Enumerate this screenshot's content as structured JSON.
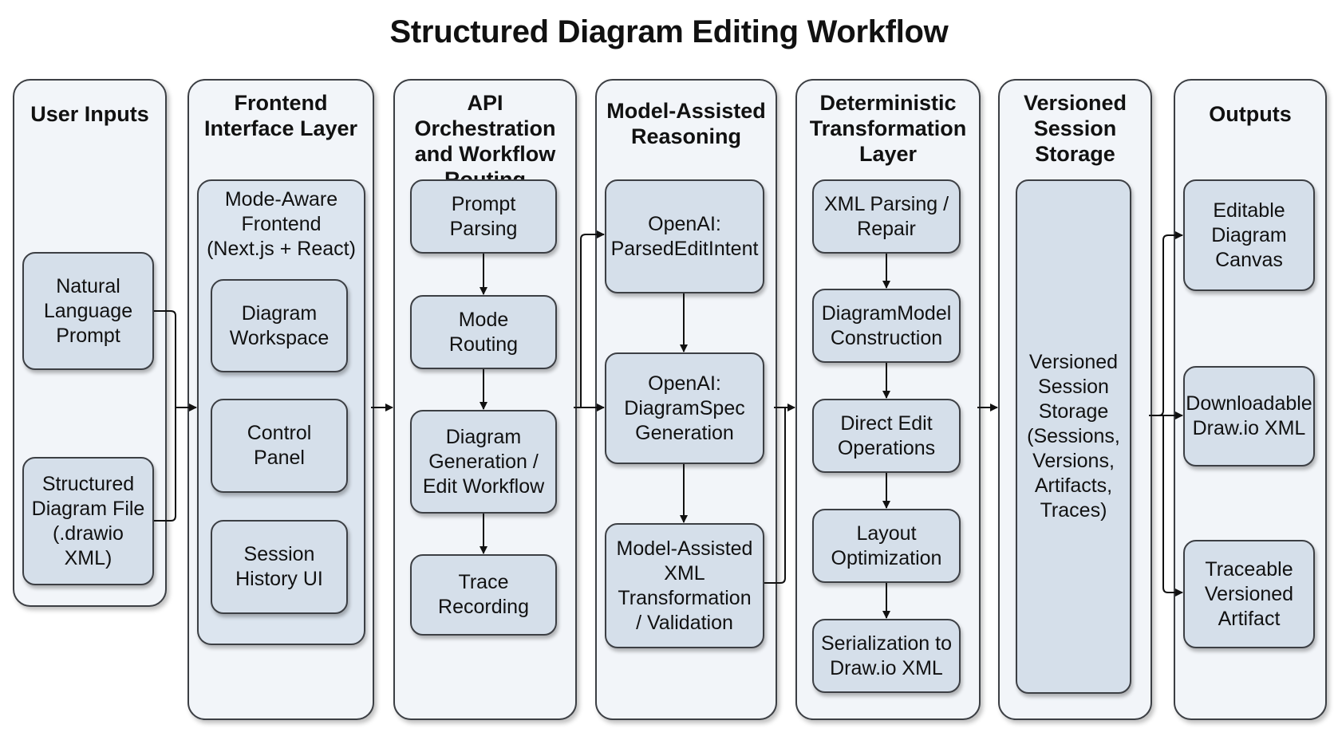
{
  "title": "Structured Diagram Editing Workflow",
  "lanes": {
    "user_inputs": {
      "title": "User Inputs",
      "items": [
        "Natural\nLanguage\nPrompt",
        "Structured\nDiagram File\n(.drawio\nXML)"
      ]
    },
    "frontend": {
      "title": "Frontend\nInterface Layer",
      "group_title": "Mode-Aware\nFrontend\n(Next.js + React)",
      "items": [
        "Diagram\nWorkspace",
        "Control\nPanel",
        "Session\nHistory UI"
      ]
    },
    "api": {
      "title": "API Orchestration\nand Workflow\nRouting",
      "items": [
        "Prompt\nParsing",
        "Mode\nRouting",
        "Diagram\nGeneration /\nEdit Workflow",
        "Trace\nRecording"
      ]
    },
    "model": {
      "title": "Model-Assisted\nReasoning",
      "items": [
        "OpenAI:\nParsedEditIntent",
        "OpenAI:\nDiagramSpec\nGeneration",
        "Model-Assisted\nXML\nTransformation\n/ Validation"
      ]
    },
    "deterministic": {
      "title": "Deterministic\nTransformation\nLayer",
      "items": [
        "XML Parsing /\nRepair",
        "DiagramModel\nConstruction",
        "Direct Edit\nOperations",
        "Layout\nOptimization",
        "Serialization to\nDraw.io XML"
      ]
    },
    "storage": {
      "title": "Versioned\nSession\nStorage",
      "items": [
        "Versioned\nSession\nStorage\n(Sessions,\nVersions,\nArtifacts,\nTraces)"
      ]
    },
    "outputs": {
      "title": "Outputs",
      "items": [
        "Editable\nDiagram\nCanvas",
        "Downloadable\nDraw.io XML",
        "Traceable\nVersioned\nArtifact"
      ]
    }
  },
  "colors": {
    "lane_fill": "#f2f5f9",
    "box_fill": "#d5dfea",
    "stroke": "#3c3f44",
    "arrow": "#111111"
  }
}
